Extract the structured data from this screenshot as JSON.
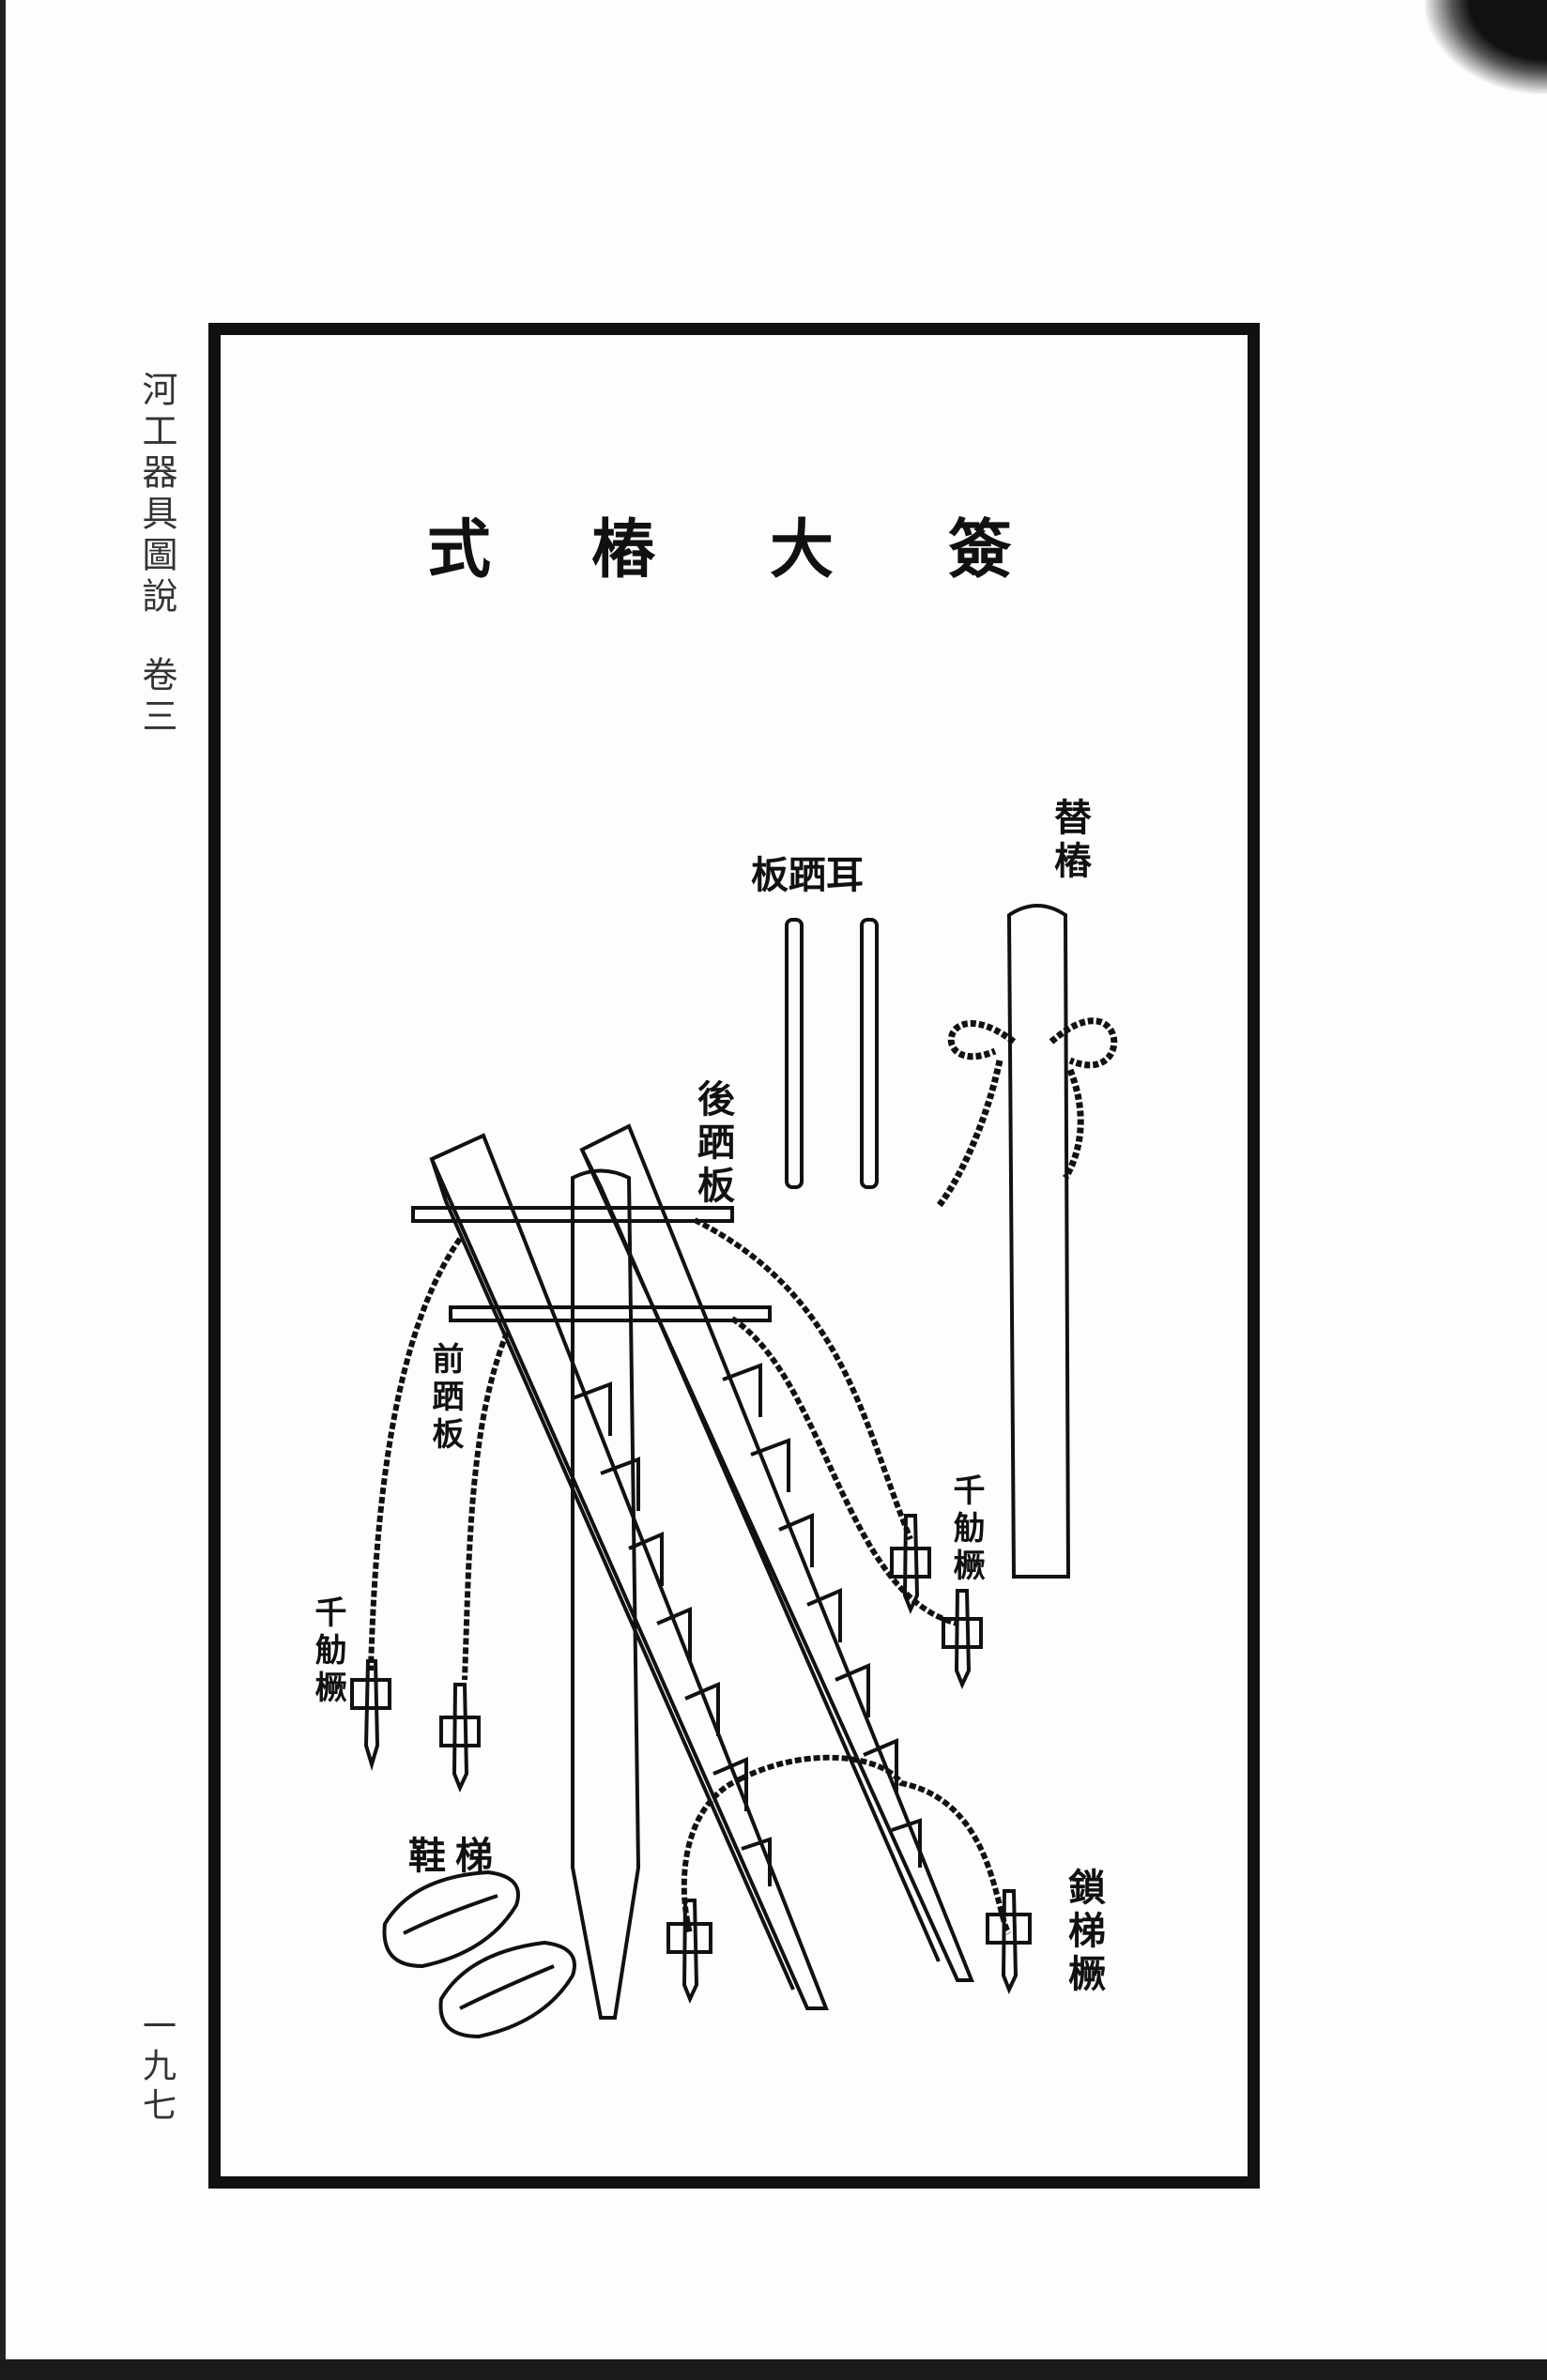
{
  "margin": {
    "book_title": "河工器具圖說",
    "volume": "卷三",
    "page_number": "一九七"
  },
  "plate": {
    "title_chars": [
      "簽",
      "大",
      "樁",
      "式"
    ],
    "labels": {
      "replacement_stake": "替樁",
      "ear_step_board": "耳跴板",
      "rear_step_board": "後跴板",
      "front_step_board": "前跴板",
      "anchor_peg_left": "千觔橛",
      "anchor_peg_right": "千觔橛",
      "ladder_shoes": "梯鞋",
      "ladder_lock_peg": "鎖梯橛"
    }
  }
}
